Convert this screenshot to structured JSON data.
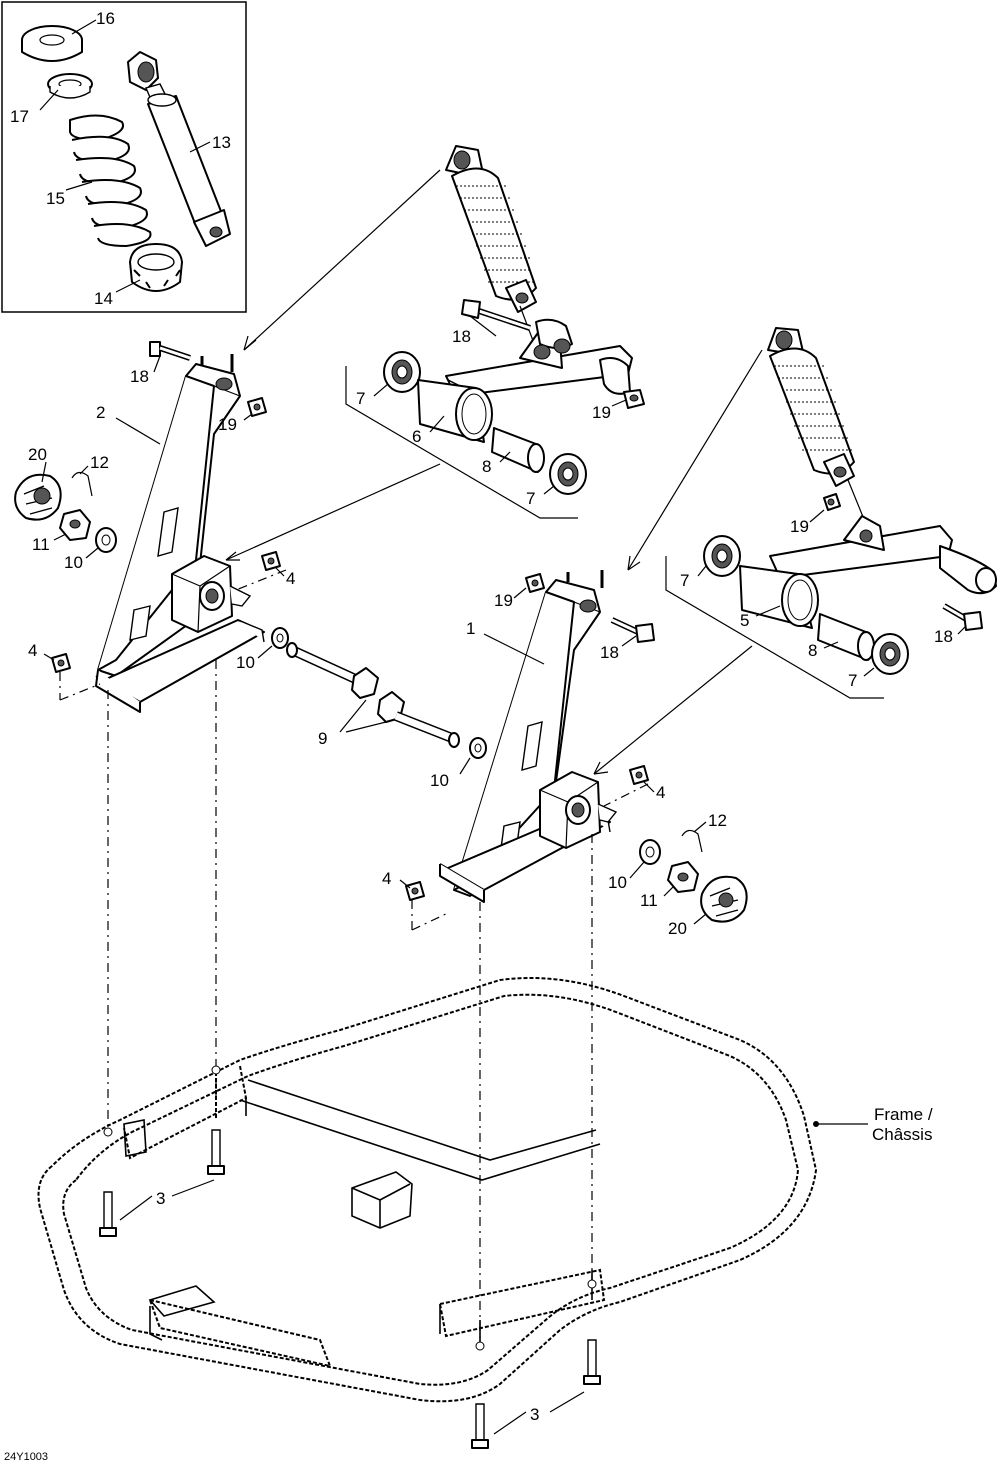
{
  "diagram_code": "24Y1003",
  "frame_label": {
    "line1": "Frame /",
    "line2": "Châssis"
  },
  "callouts": {
    "c16": "16",
    "c17": "17",
    "c15": "15",
    "c13": "13",
    "c14": "14",
    "c18a": "18",
    "c2": "2",
    "c19a": "19",
    "c20a": "20",
    "c12a": "12",
    "c11a": "11",
    "c10a": "10",
    "c4a": "4",
    "c4b": "4",
    "c10b": "10",
    "c9": "9",
    "c10c": "10",
    "c18b": "18",
    "c7a": "7",
    "c6": "6",
    "c19b": "19",
    "c8a": "8",
    "c7b": "7",
    "c19c": "19",
    "c1": "1",
    "c18c": "18",
    "c19d": "19",
    "c7c": "7",
    "c5": "5",
    "c8b": "8",
    "c7d": "7",
    "c18d": "18",
    "c4c": "4",
    "c12b": "12",
    "c4d": "4",
    "c10d": "10",
    "c11b": "11",
    "c20b": "20",
    "c3a": "3",
    "c3b": "3"
  }
}
